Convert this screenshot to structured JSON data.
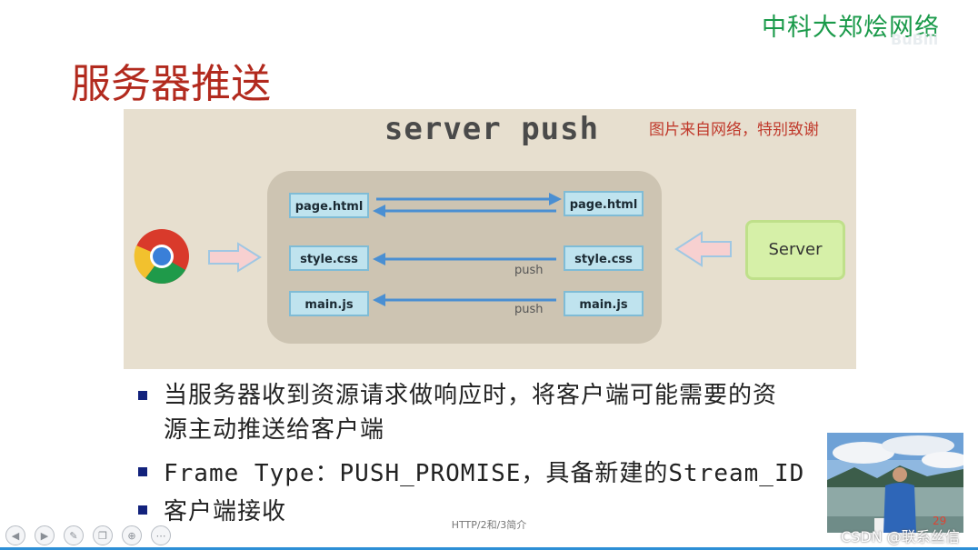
{
  "brand": {
    "name": "中科大郑烩网络",
    "watermark_text": "BuBili"
  },
  "slide": {
    "title": "服务器推送"
  },
  "diagram": {
    "title": "server push",
    "credit": "图片来自网络，特别致谢",
    "client_files": [
      "page.html",
      "style.css",
      "main.js"
    ],
    "server_files": [
      "page.html",
      "style.css",
      "main.js"
    ],
    "push_label": "push",
    "server_label": "Server"
  },
  "bullets": [
    {
      "line1": "当服务器收到资源请求做响应时，将客户端可能需要的资",
      "line2": "源主动推送给客户端"
    },
    {
      "line1": "Frame Type：PUSH_PROMISE，具备新建的Stream_ID"
    },
    {
      "line1": "客户端接收"
    }
  ],
  "footer": {
    "text": "HTTP/2和/3简介",
    "page_number": "29"
  },
  "overlay": {
    "csdn": "CSDN @联系丝信"
  },
  "colors": {
    "title": "#b22a1e",
    "brand": "#1a9a4a",
    "bullet": "#12227c",
    "arrow": "#4a8fd2",
    "accent_bar": "#2d8fd6"
  },
  "icons": [
    "browser-logo-icon",
    "prev-icon",
    "next-icon",
    "pen-icon",
    "copy-icon",
    "zoom-icon",
    "more-icon"
  ]
}
